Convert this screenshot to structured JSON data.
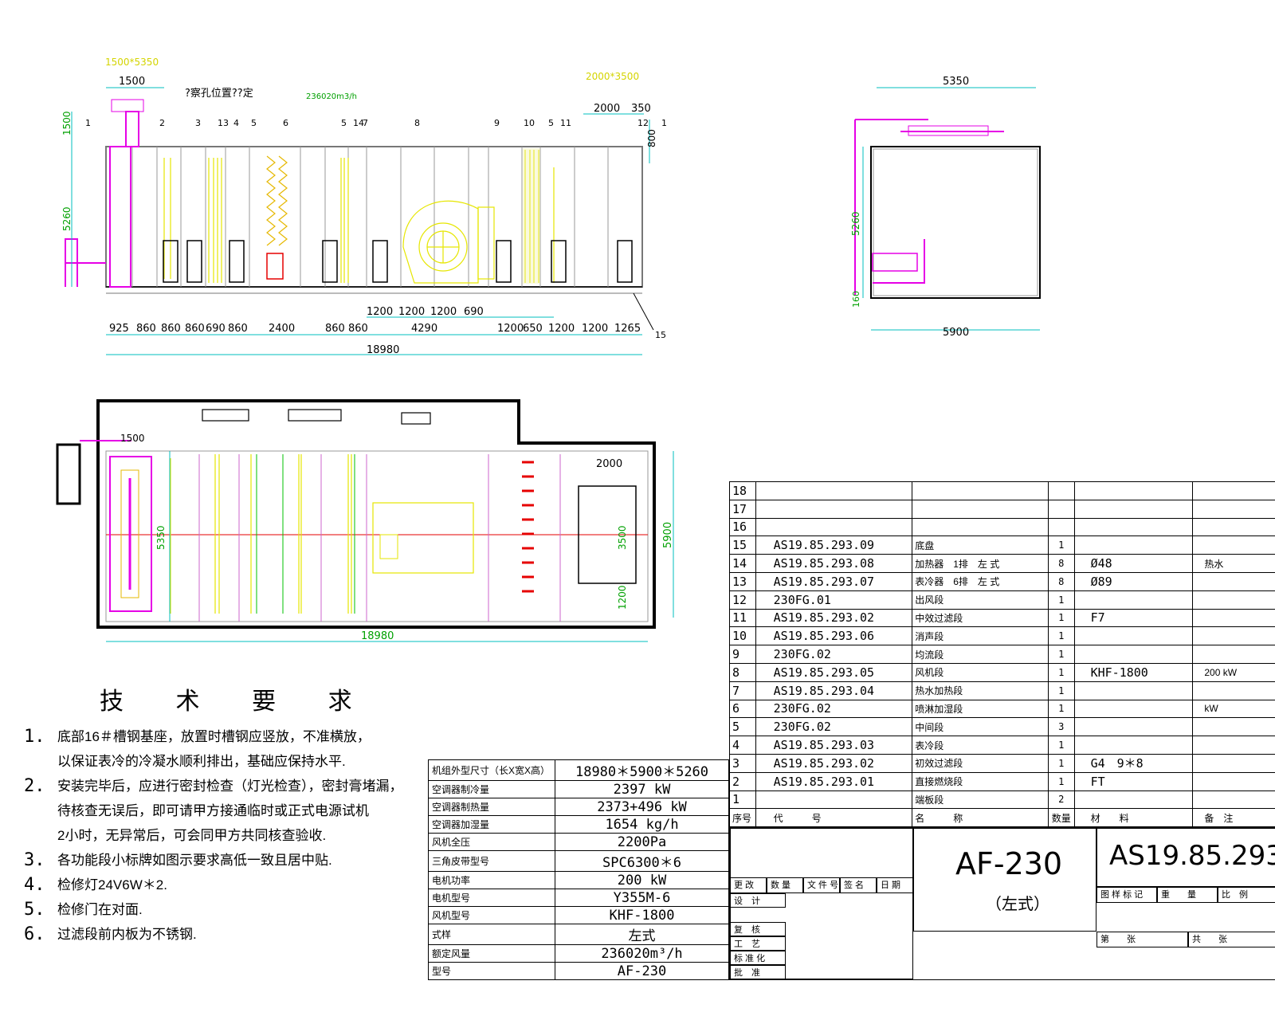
{
  "side_view": {
    "top_dims": [
      "1500*5350",
      "1500",
      "2000*3500",
      "2000",
      "350"
    ],
    "note_inspect": "?察孔位置??定",
    "airflow": "236020m3/h",
    "item_labels": [
      "1",
      "2",
      "3",
      "13",
      "4",
      "5",
      "6",
      "5",
      "14",
      "7",
      "8",
      "9",
      "10",
      "5",
      "11",
      "12",
      "1"
    ],
    "vert_dims": [
      "1500",
      "5260",
      "800"
    ],
    "bottom_dims_row1": [
      "1200",
      "1200",
      "1200",
      "690"
    ],
    "bottom_dims_row2": [
      "925",
      "860",
      "860",
      "860",
      "690",
      "860",
      "2400",
      "860",
      "860",
      "4290",
      "1200",
      "650",
      "1200",
      "1200",
      "1265"
    ],
    "overall": "18980",
    "callout": "15"
  },
  "end_view": {
    "width_top": "5350",
    "width_bottom": "5900",
    "height": "5260",
    "base": "160"
  },
  "plan_view": {
    "dims": [
      "1500",
      "2000",
      "5350",
      "3500",
      "1200",
      "5900"
    ],
    "overall": "18980"
  },
  "notes": {
    "title": "技 术 要 求",
    "items": [
      {
        "num": "1.",
        "lines": [
          "底部16＃槽钢基座，放置时槽钢应竖放，不准横放，",
          "以保证表冷的冷凝水顺利排出，基础应保持水平."
        ]
      },
      {
        "num": "2.",
        "lines": [
          "安装完毕后，应进行密封检查（灯光检查），密封膏堵漏，",
          "待核查无误后，即可请甲方接通临时或正式电源试机",
          "2小时，无异常后，可会同甲方共同核查验收."
        ]
      },
      {
        "num": "3.",
        "lines": [
          "各功能段小标牌如图示要求高低一致且居中贴."
        ]
      },
      {
        "num": "4.",
        "lines": [
          "检修灯24V6W＊2."
        ]
      },
      {
        "num": "5.",
        "lines": [
          "检修门在对面."
        ]
      },
      {
        "num": "6.",
        "lines": [
          "过滤段前内板为不锈钢."
        ]
      }
    ]
  },
  "spec_table": [
    {
      "label": "机组外型尺寸（长X宽X高）",
      "value": "18980＊5900＊5260"
    },
    {
      "label": "空调器制冷量",
      "value": "2397 kW"
    },
    {
      "label": "空调器制热量",
      "value": "2373+496 kW"
    },
    {
      "label": "空调器加湿量",
      "value": "1654 kg/h"
    },
    {
      "label": "风机全压",
      "value": "2200Pa"
    },
    {
      "label": "三角皮带型号",
      "value": "SPC6300＊6"
    },
    {
      "label": "电机功率",
      "value": "200 kW"
    },
    {
      "label": "电机型号",
      "value": "Y355M-6"
    },
    {
      "label": "风机型号",
      "value": "KHF-1800"
    },
    {
      "label": "式样",
      "value": "左式"
    },
    {
      "label": "额定风量",
      "value": "236020m³/h"
    },
    {
      "label": "型号",
      "value": "AF-230"
    }
  ],
  "parts_table": {
    "rows": [
      {
        "no": "18",
        "code": "",
        "name": "",
        "qty": "",
        "mat": "",
        "rem": ""
      },
      {
        "no": "17",
        "code": "",
        "name": "",
        "qty": "",
        "mat": "",
        "rem": ""
      },
      {
        "no": "16",
        "code": "",
        "name": "",
        "qty": "",
        "mat": "",
        "rem": ""
      },
      {
        "no": "15",
        "code": "AS19.85.293.09",
        "name": "底盘",
        "qty": "1",
        "mat": "",
        "rem": ""
      },
      {
        "no": "14",
        "code": "AS19.85.293.08",
        "name": "加热器　1排　左 式",
        "qty": "8",
        "mat": "Ø48",
        "rem": "热水"
      },
      {
        "no": "13",
        "code": "AS19.85.293.07",
        "name": "表冷器　6排　左 式",
        "qty": "8",
        "mat": "Ø89",
        "rem": ""
      },
      {
        "no": "12",
        "code": "230FG.01",
        "name": "出风段",
        "qty": "1",
        "mat": "",
        "rem": ""
      },
      {
        "no": "11",
        "code": "AS19.85.293.02",
        "name": "中效过滤段",
        "qty": "1",
        "mat": "F7",
        "rem": ""
      },
      {
        "no": "10",
        "code": "AS19.85.293.06",
        "name": "消声段",
        "qty": "1",
        "mat": "",
        "rem": ""
      },
      {
        "no": "9",
        "code": "230FG.02",
        "name": "均流段",
        "qty": "1",
        "mat": "",
        "rem": ""
      },
      {
        "no": "8",
        "code": "AS19.85.293.05",
        "name": "风机段",
        "qty": "1",
        "mat": "KHF-1800",
        "rem": "200 kW"
      },
      {
        "no": "7",
        "code": "AS19.85.293.04",
        "name": "热水加热段",
        "qty": "1",
        "mat": "",
        "rem": ""
      },
      {
        "no": "6",
        "code": "230FG.02",
        "name": "喷淋加湿段",
        "qty": "1",
        "mat": "",
        "rem": "kW"
      },
      {
        "no": "5",
        "code": "230FG.02",
        "name": "中间段",
        "qty": "3",
        "mat": "",
        "rem": ""
      },
      {
        "no": "4",
        "code": "AS19.85.293.03",
        "name": "表冷段",
        "qty": "1",
        "mat": "",
        "rem": ""
      },
      {
        "no": "3",
        "code": "AS19.85.293.02",
        "name": "初效过滤段",
        "qty": "1",
        "mat": "G4　9＊8",
        "rem": ""
      },
      {
        "no": "2",
        "code": "AS19.85.293.01",
        "name": "直接燃烧段",
        "qty": "1",
        "mat": "FT",
        "rem": ""
      },
      {
        "no": "1",
        "code": "",
        "name": "端板段",
        "qty": "2",
        "mat": "",
        "rem": ""
      }
    ],
    "header": {
      "no": "序号",
      "code": "代　　　号",
      "name": "名　　　称",
      "qty": "数量",
      "mat": "材　　料",
      "rem": "备　注"
    }
  },
  "title_block": {
    "model": "AF-230",
    "style": "（左式）",
    "drawing_no": "AS19.85.293",
    "rev_row": [
      "更 改",
      "数 量",
      "文 件 号",
      "签 名",
      "日 期"
    ],
    "sign_labels": [
      "设　计",
      "复　核",
      "工　艺",
      "标 准 化",
      "批　准"
    ],
    "mark_row": [
      "图 样 标 记",
      "重　　量",
      "比　例"
    ],
    "page_row": [
      "第　　张",
      "共　　张"
    ]
  }
}
